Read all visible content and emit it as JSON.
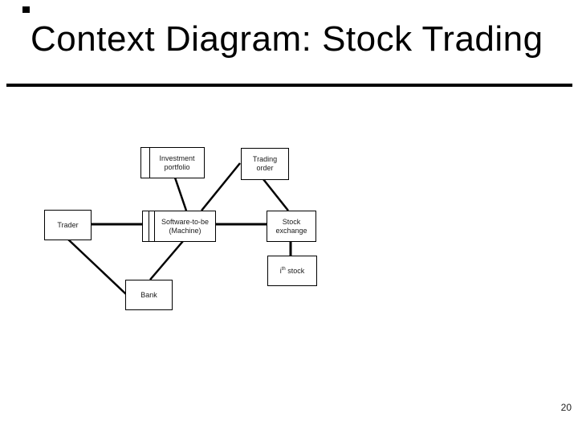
{
  "slide": {
    "title": "Context Diagram: Stock Trading",
    "page_number": "20",
    "colors": {
      "background": "#ffffff",
      "line": "#000000",
      "text": "#000000"
    }
  },
  "diagram": {
    "type": "context-diagram",
    "nodes": [
      {
        "id": "trader",
        "line1": "Trader",
        "line2": "",
        "stripes": 0
      },
      {
        "id": "investment-portfolio",
        "line1": "Investment",
        "line2": "portfolio",
        "stripes": 1
      },
      {
        "id": "trading-order",
        "line1": "Trading",
        "line2": "order",
        "stripes": 0
      },
      {
        "id": "software-to-be",
        "line1": "Software-to-be",
        "line2": "(Machine)",
        "stripes": 2
      },
      {
        "id": "stock-exchange",
        "line1": "Stock",
        "line2": "exchange",
        "stripes": 0
      },
      {
        "id": "ith-stock",
        "pre": "i",
        "sup": "th",
        "post": " stock",
        "stripes": 0
      },
      {
        "id": "bank",
        "line1": "Bank",
        "line2": "",
        "stripes": 0
      }
    ],
    "edges": [
      {
        "from": "trader",
        "to": "software-to-be"
      },
      {
        "from": "investment-portfolio",
        "to": "software-to-be"
      },
      {
        "from": "trading-order",
        "to": "software-to-be"
      },
      {
        "from": "trading-order",
        "to": "stock-exchange"
      },
      {
        "from": "software-to-be",
        "to": "stock-exchange"
      },
      {
        "from": "software-to-be",
        "to": "bank"
      },
      {
        "from": "trader",
        "to": "bank"
      },
      {
        "from": "stock-exchange",
        "to": "ith-stock"
      }
    ]
  }
}
